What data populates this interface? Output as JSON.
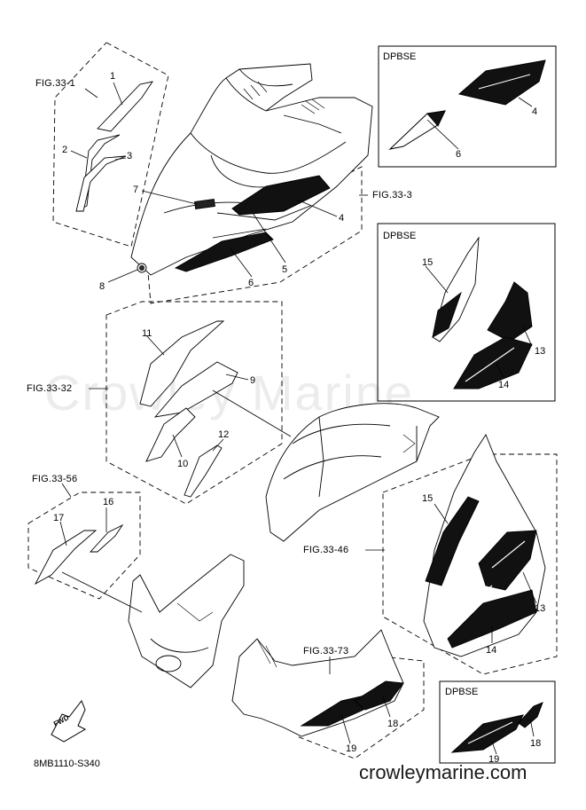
{
  "diagram": {
    "watermark": "Crowley Marine",
    "website": "crowleymarine.com",
    "part_code": "8MB1110-S340",
    "fwd_label": "FWD",
    "box_label": "DPBSE",
    "fig_refs": [
      "FIG.33-1",
      "FIG.33-3",
      "FIG.33-32",
      "FIG.33-56",
      "FIG.33-46",
      "FIG.33-73"
    ],
    "callouts": {
      "c1": "1",
      "c2": "2",
      "c3": "3",
      "c4a": "4",
      "c5": "5",
      "c6a": "6",
      "c7": "7",
      "c8": "8",
      "c9": "9",
      "c10": "10",
      "c11": "11",
      "c12": "12",
      "c15a": "15",
      "c13a": "13",
      "c14a": "14",
      "c16": "16",
      "c17": "17",
      "c15b": "15",
      "c13b": "13",
      "c14b": "14",
      "c18a": "18",
      "c19a": "19",
      "c4b": "4",
      "c6b": "6",
      "c18b": "18",
      "c19b": "19"
    }
  }
}
